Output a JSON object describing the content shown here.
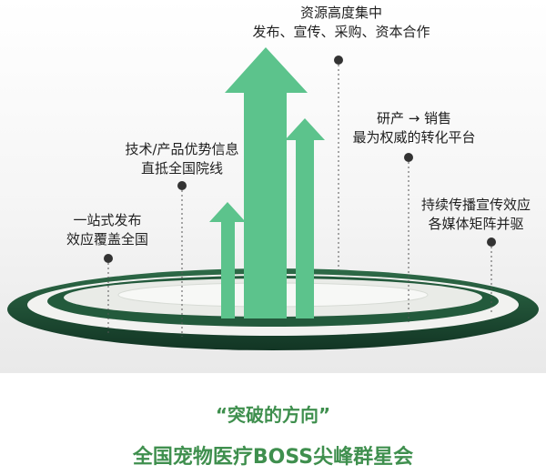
{
  "diagram": {
    "labels": [
      {
        "id": "resources",
        "lines": [
          "资源高度集中",
          "发布、宣传、采购、资本合作"
        ]
      },
      {
        "id": "tech",
        "lines": [
          "技术/产品优势信息",
          "直抵全国院线"
        ]
      },
      {
        "id": "onestop",
        "lines": [
          "一站式发布",
          "效应覆盖全国"
        ]
      },
      {
        "id": "rnd",
        "lines": [
          "研产 → 销售",
          "最为权威的转化平台"
        ]
      },
      {
        "id": "media",
        "lines": [
          "持续传播宣传效应",
          "各媒体矩阵并驱"
        ]
      }
    ],
    "colors": {
      "arrow": "#5cc38c",
      "arrow_light": "#7fd3a6",
      "ring_dark": "#1b4d33",
      "ring_light": "#eef0ec",
      "footer_text": "#3f8f4e"
    }
  },
  "footer": {
    "quote": "“突破的方向”",
    "event": "全国宠物医疗BOSS尖峰群星会"
  }
}
